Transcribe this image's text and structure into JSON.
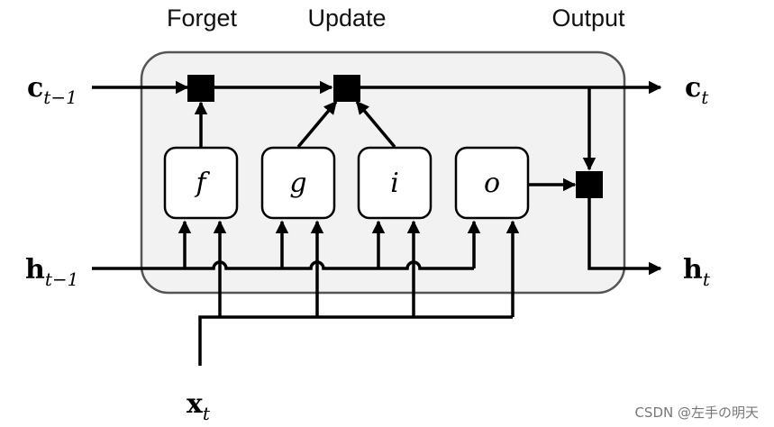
{
  "headers": {
    "forget": "Forget",
    "update": "Update",
    "output": "Output"
  },
  "inputs": {
    "c_prev": {
      "main": "c",
      "sub": "t−1"
    },
    "h_prev": {
      "main": "h",
      "sub": "t−1"
    },
    "x": {
      "main": "x",
      "sub": "t"
    }
  },
  "outputs": {
    "c": {
      "main": "c",
      "sub": "t"
    },
    "h": {
      "main": "h",
      "sub": "t"
    }
  },
  "gates": {
    "f": "f",
    "g": "g",
    "i": "i",
    "o": "o"
  },
  "watermark": "CSDN @左手の明天"
}
